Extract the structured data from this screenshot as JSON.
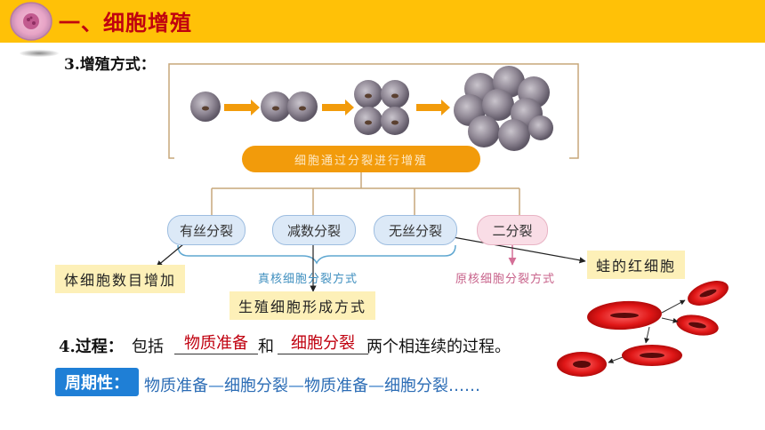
{
  "header": {
    "title": "一、细胞增殖"
  },
  "section3": {
    "title": "3.增殖方式："
  },
  "diagram": {
    "division_bar": "细胞通过分裂进行增殖",
    "types": [
      "有丝分裂",
      "减数分裂",
      "无丝分裂",
      "二分裂"
    ],
    "eukaryote_label": "真核细胞分裂方式",
    "prokaryote_label": "原核细胞分裂方式",
    "somatic": "体细胞数目增加",
    "gamete": "生殖细胞形成方式",
    "frog": "蛙的红细胞"
  },
  "section4": {
    "label": "4.过程：",
    "text_before": "包括",
    "blank1": "物质准备",
    "and": "和",
    "blank2": "细胞分裂",
    "text_after": "两个相连续的过程。"
  },
  "cycle": {
    "label": "周期性：",
    "items": [
      "物质准备",
      "细胞分裂",
      "物质准备",
      "细胞分裂"
    ],
    "separator": "—",
    "ellipsis": "……"
  },
  "colors": {
    "header_bg": "#ffc107",
    "header_text": "#c0000f",
    "orange_bar": "#f29b0b",
    "cycle_label": "#1f7fd6"
  }
}
